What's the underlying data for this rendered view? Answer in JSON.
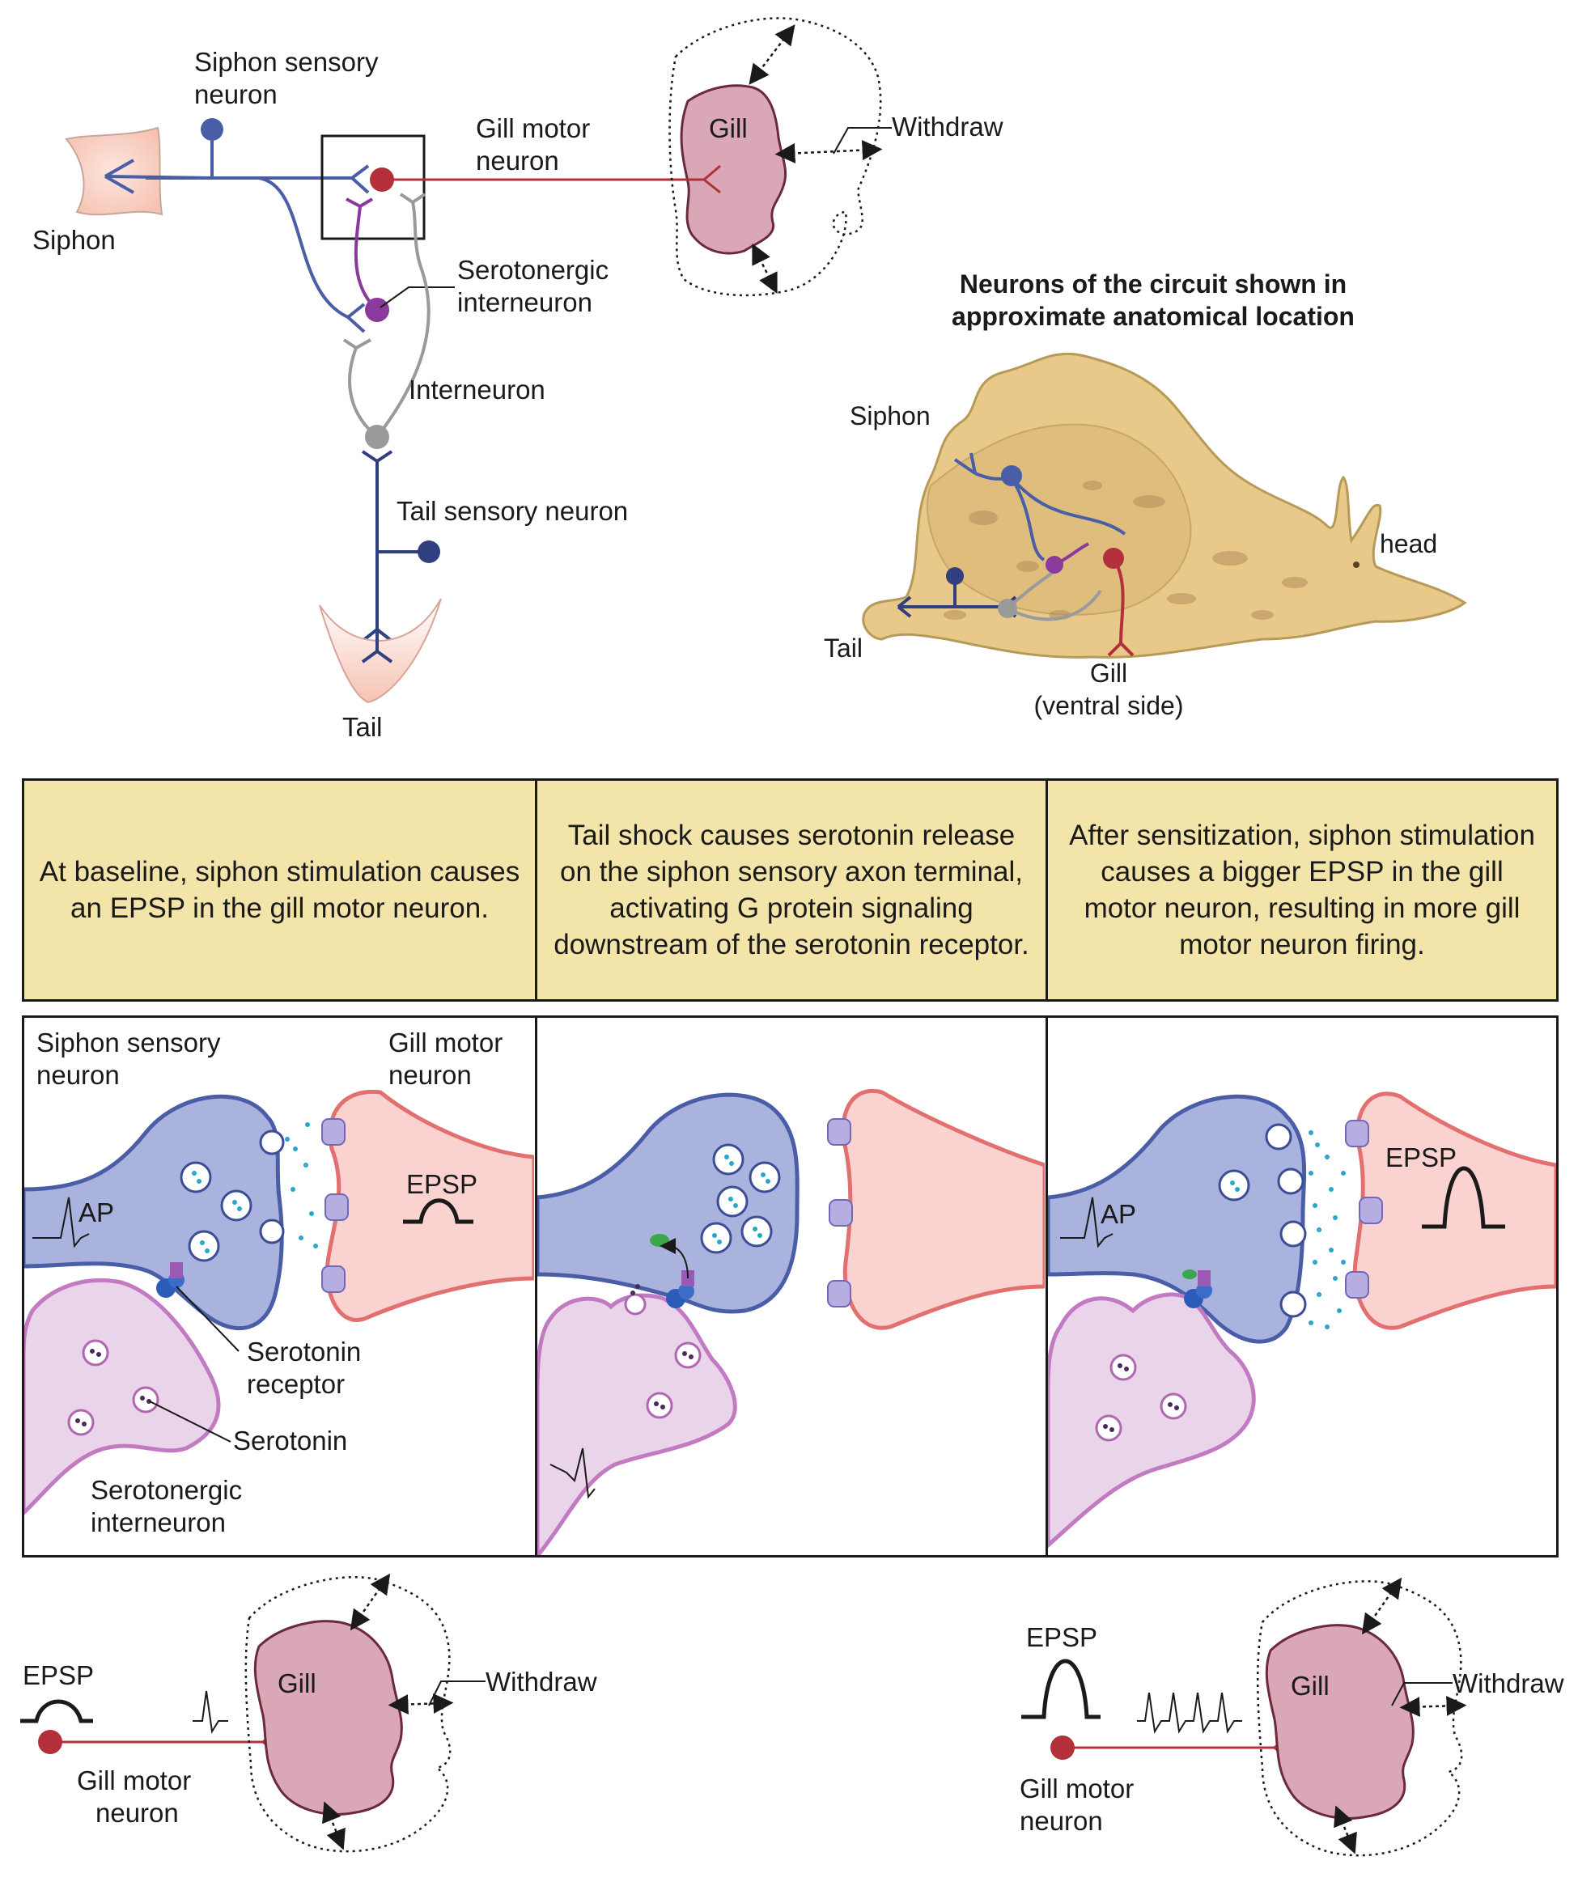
{
  "circuit": {
    "siphon": "Siphon",
    "siphon_sensory": [
      "Siphon sensory",
      "neuron"
    ],
    "gill_motor": [
      "Gill motor",
      "neuron"
    ],
    "gill": "Gill",
    "withdraw": "Withdraw",
    "serotonergic": [
      "Serotonergic",
      "interneuron"
    ],
    "interneuron": "Interneuron",
    "tail_sensory": "Tail sensory neuron",
    "tail": "Tail"
  },
  "anatomy": {
    "title": [
      "Neurons of the circuit shown in",
      "approximate anatomical location"
    ],
    "siphon": "Siphon",
    "head": "head",
    "tail": "Tail",
    "gill": [
      "Gill",
      "(ventral side)"
    ]
  },
  "captions": [
    "At baseline, siphon stimulation causes an EPSP in the gill motor neuron.",
    "Tail shock causes serotonin release on the siphon sensory axon terminal, activating G protein signaling downstream of the serotonin receptor.",
    "After sensitization, siphon stimulation causes a bigger EPSP in the gill motor neuron, resulting in more gill motor neuron firing."
  ],
  "synapse": {
    "siphon_sensory": [
      "Siphon sensory",
      "neuron"
    ],
    "gill_motor": [
      "Gill motor",
      "neuron"
    ],
    "ap": "AP",
    "epsp": "EPSP",
    "serotonin_receptor": [
      "Serotonin",
      "receptor"
    ],
    "serotonin": "Serotonin",
    "serotonergic": [
      "Serotonergic",
      "interneuron"
    ]
  },
  "bottom": {
    "epsp": "EPSP",
    "gill": "Gill",
    "withdraw": "Withdraw",
    "gill_motor": [
      "Gill motor",
      "neuron"
    ]
  },
  "colors": {
    "sensory_blue": "#4a5ea8",
    "motor_red": "#b3303a",
    "serotonergic_purple": "#8b3a9c",
    "interneuron_gray": "#9a9a9a",
    "gill_fill": "#d9a7b5",
    "caption_fill": "#f3e4a9"
  }
}
